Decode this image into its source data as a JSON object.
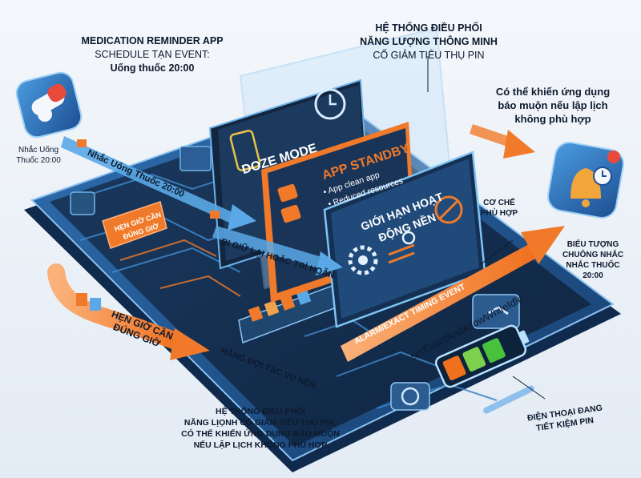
{
  "app_label": {
    "title": "MEDICATION REMINDER APP",
    "line2": "SCHEDULE TẠN EVENT:",
    "line3": "Uống thuốc 20:00"
  },
  "left_icon_caption": {
    "line1": "Nhắc Uống",
    "line2": "Thuốc 20:00"
  },
  "system_label": {
    "line1": "HỆ THỐNG ĐIỀU PHỐI",
    "line2": "NĂNG LƯỢNG THÔNG MINH",
    "line3": "CỐ GIẢM TIÊU THỤ PIN"
  },
  "warning_label": {
    "line1": "Có thể khiến ứng dụng",
    "line2": "báo muộn nếu lập lịch",
    "line3": "không phù hợp"
  },
  "panels": {
    "doze": "DOZE MODE",
    "standby_title": "APP STANDBY",
    "standby_b1": "• App clean app",
    "standby_b2": "• Reduced resources",
    "limit_l1": "GIỚI HẠN HOẠT",
    "limit_l2": "ĐỘNG NỀN"
  },
  "flow": {
    "reminder_arrow": "Nhắc Uống Thuốc 20:00",
    "held_label": "BỊ GIỮ LẠI HOẶC TRÌ HOÃN",
    "phone_tag_l1": "HẸN GIỜ CẦN",
    "phone_tag_l2": "ĐÚNG GIỜ",
    "left_arrow_l1": "HẸN GIỜ CẦN",
    "left_arrow_l2": "ĐÚNG GIỜ",
    "queue_label": "HÀNG ĐỢI TÁC VỤ NỀN",
    "exact_event": "ALARM/EXACT TIMING EVENT",
    "api_call": "setExactAndAllowWhileIdle",
    "mechanism_l1": "CƠ CHẾ",
    "mechanism_l2": "PHÙ HỢP"
  },
  "right_icon_caption": {
    "line1": "BIỂU TƯỢNG",
    "line2": "CHUÔNG NHẮC",
    "line3": "NHẮC THUỐC",
    "line4": "20:00"
  },
  "bottom_caption": {
    "line1": "HỆ THỐNG ĐIỀU PHỐI",
    "line2": "NĂNG LỊỌNH CỐ GIẢM TIÊU THỤ PIN,",
    "line3": "CÓ THỂ KHIẾN ỨNG DỤNG BÁO MUỘN",
    "line4": "NẾU LẬP LỊCH KHÔNG PHÙ HỢP"
  },
  "battery_caption": {
    "line1": "ĐIỆN THOẠI ĐANG",
    "line2": "TIẾT KIỆM PIN"
  },
  "colors": {
    "accent_orange": "#f07a2a",
    "phone_blue": "#1f4f8a",
    "panel_dark": "#16304f",
    "arrow_blue": "#5aa9e6"
  }
}
